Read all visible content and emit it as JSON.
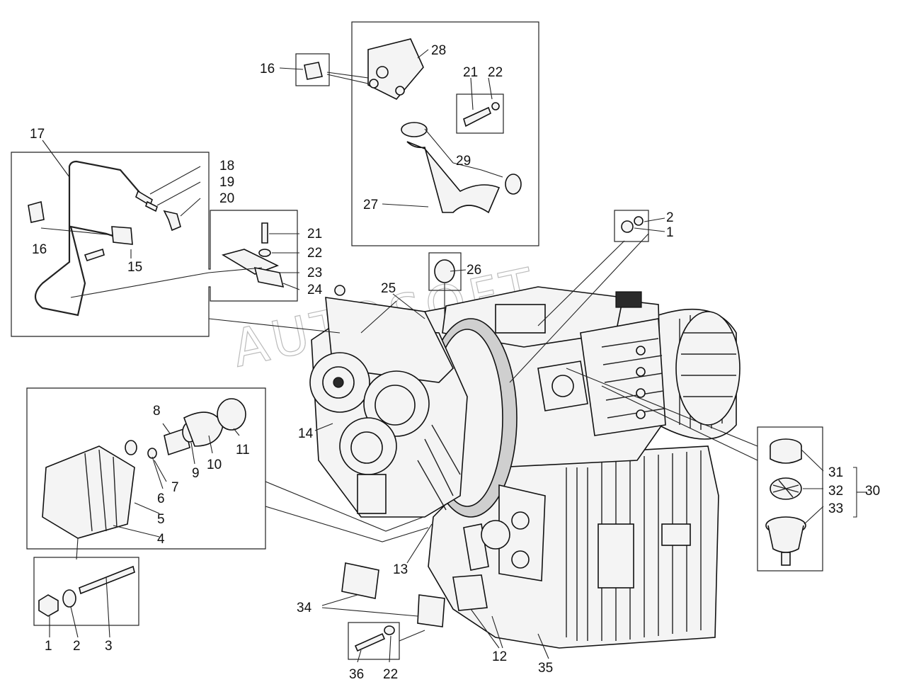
{
  "watermark": "AUTOSOFT",
  "callouts": [
    {
      "id": "c1a",
      "text": "1"
    },
    {
      "id": "c2a",
      "text": "2"
    },
    {
      "id": "c3",
      "text": "3"
    },
    {
      "id": "c4",
      "text": "4"
    },
    {
      "id": "c5",
      "text": "5"
    },
    {
      "id": "c6",
      "text": "6"
    },
    {
      "id": "c7",
      "text": "7"
    },
    {
      "id": "c8",
      "text": "8"
    },
    {
      "id": "c9",
      "text": "9"
    },
    {
      "id": "c10",
      "text": "10"
    },
    {
      "id": "c11",
      "text": "11"
    },
    {
      "id": "c12",
      "text": "12"
    },
    {
      "id": "c13",
      "text": "13"
    },
    {
      "id": "c14",
      "text": "14"
    },
    {
      "id": "c15",
      "text": "15"
    },
    {
      "id": "c16a",
      "text": "16"
    },
    {
      "id": "c16b",
      "text": "16"
    },
    {
      "id": "c17",
      "text": "17"
    },
    {
      "id": "c18",
      "text": "18"
    },
    {
      "id": "c19",
      "text": "19"
    },
    {
      "id": "c20",
      "text": "20"
    },
    {
      "id": "c21a",
      "text": "21"
    },
    {
      "id": "c21b",
      "text": "21"
    },
    {
      "id": "c22a",
      "text": "22"
    },
    {
      "id": "c22b",
      "text": "22"
    },
    {
      "id": "c22c",
      "text": "22"
    },
    {
      "id": "c23",
      "text": "23"
    },
    {
      "id": "c24",
      "text": "24"
    },
    {
      "id": "c25",
      "text": "25"
    },
    {
      "id": "c26",
      "text": "26"
    },
    {
      "id": "c27",
      "text": "27"
    },
    {
      "id": "c28",
      "text": "28"
    },
    {
      "id": "c29",
      "text": "29"
    },
    {
      "id": "c30",
      "text": "30"
    },
    {
      "id": "c31",
      "text": "31"
    },
    {
      "id": "c32",
      "text": "32"
    },
    {
      "id": "c33",
      "text": "33"
    },
    {
      "id": "c34",
      "text": "34"
    },
    {
      "id": "c35",
      "text": "35"
    },
    {
      "id": "c36",
      "text": "36"
    },
    {
      "id": "c1b",
      "text": "1"
    },
    {
      "id": "c2b",
      "text": "2"
    }
  ]
}
